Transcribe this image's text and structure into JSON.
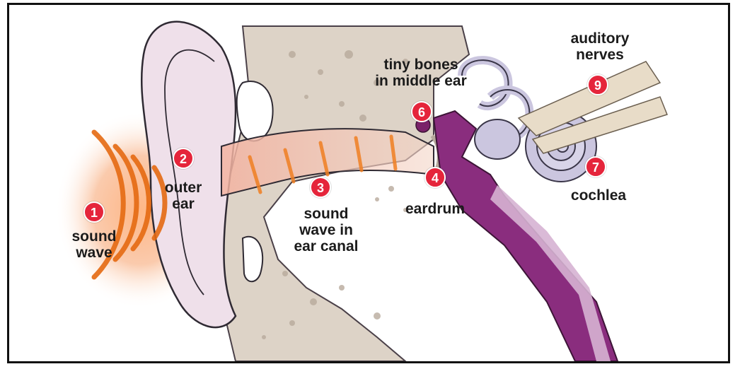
{
  "colors": {
    "badge": "#e5253b",
    "skin": "#ecdde8",
    "skin_stroke": "#3a3440",
    "bone": "#d9cfc2",
    "inner_ear": "#c9c4dc",
    "muscle": "#8a2d7e",
    "wave": "#f07f22"
  },
  "labels": [
    {
      "num": "1",
      "text": "sound\nwave"
    },
    {
      "num": "2",
      "text": "outer\near"
    },
    {
      "num": "3",
      "text": "sound\nwave in\near canal"
    },
    {
      "num": "4",
      "text": "eardrum"
    },
    {
      "num": "6",
      "text": "tiny bones\nin middle ear"
    },
    {
      "num": "7",
      "text": "cochlea"
    },
    {
      "num": "9",
      "text": "auditory\nnerves"
    }
  ]
}
